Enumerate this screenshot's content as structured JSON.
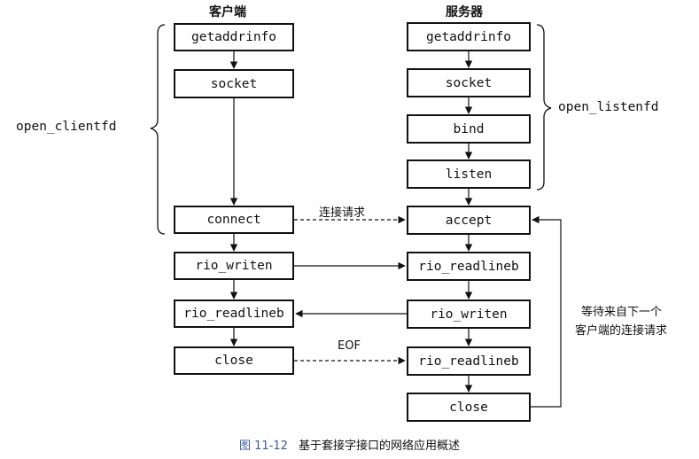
{
  "headers": {
    "client": "客户端",
    "server": "服务器"
  },
  "side_labels": {
    "client": "open_clientfd",
    "server": "open_listenfd"
  },
  "client_boxes": [
    "getaddrinfo",
    "socket",
    "connect",
    "rio_writen",
    "rio_readlineb",
    "close"
  ],
  "server_boxes": [
    "getaddrinfo",
    "socket",
    "bind",
    "listen",
    "accept",
    "rio_readlineb",
    "rio_writen",
    "rio_readlineb",
    "close"
  ],
  "edge_labels": {
    "connection_request": "连接请求",
    "eof": "EOF"
  },
  "loop_label": {
    "line1": "等待来自下一个",
    "line2": "客户端的连接请求"
  },
  "caption": {
    "number": "图 11-12",
    "title": "基于套接字接口的网络应用概述"
  },
  "colors": {
    "caption_number": "#3b5aa0",
    "ink": "#111111"
  }
}
